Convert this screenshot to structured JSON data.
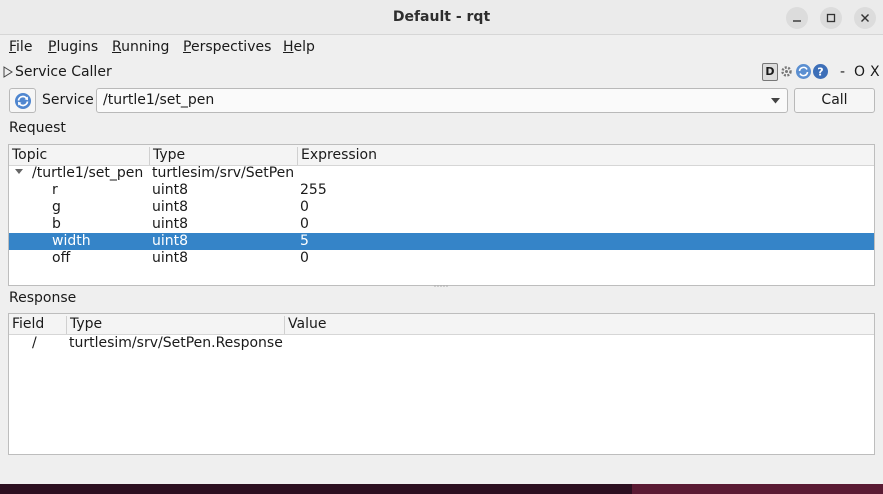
{
  "window": {
    "title": "Default - rqt"
  },
  "menu": [
    {
      "label": "File",
      "mnemonic": "F",
      "rest": "ile"
    },
    {
      "label": "Plugins",
      "mnemonic": "P",
      "rest": "lugins"
    },
    {
      "label": "Running",
      "mnemonic": "R",
      "rest": "unning"
    },
    {
      "label": "Perspectives",
      "mnemonic": "P",
      "rest": "erspectives"
    },
    {
      "label": "Help",
      "mnemonic": "H",
      "rest": "elp"
    }
  ],
  "plugin": {
    "title": "Service Caller",
    "controls": {
      "minimize": "-",
      "float": "O",
      "close": "X"
    },
    "icon_d": "D"
  },
  "service": {
    "label": "Service",
    "selected": "/turtle1/set_pen",
    "call_label": "Call"
  },
  "request": {
    "label": "Request",
    "columns": [
      "Topic",
      "Type",
      "Expression"
    ],
    "root": {
      "topic": "/turtle1/set_pen",
      "type": "turtlesim/srv/SetPen",
      "expression": ""
    },
    "rows": [
      {
        "topic": "r",
        "type": "uint8",
        "expression": "255"
      },
      {
        "topic": "g",
        "type": "uint8",
        "expression": "0"
      },
      {
        "topic": "b",
        "type": "uint8",
        "expression": "0"
      },
      {
        "topic": "width",
        "type": "uint8",
        "expression": "5"
      },
      {
        "topic": "off",
        "type": "uint8",
        "expression": "0"
      }
    ]
  },
  "response": {
    "label": "Response",
    "columns": [
      "Field",
      "Type",
      "Value"
    ],
    "rows": [
      {
        "field": "/",
        "type": "turtlesim/srv/SetPen.Response",
        "value": ""
      }
    ]
  },
  "colors": {
    "selection": "#3584c8",
    "accent_dark": "#2c0f20"
  }
}
